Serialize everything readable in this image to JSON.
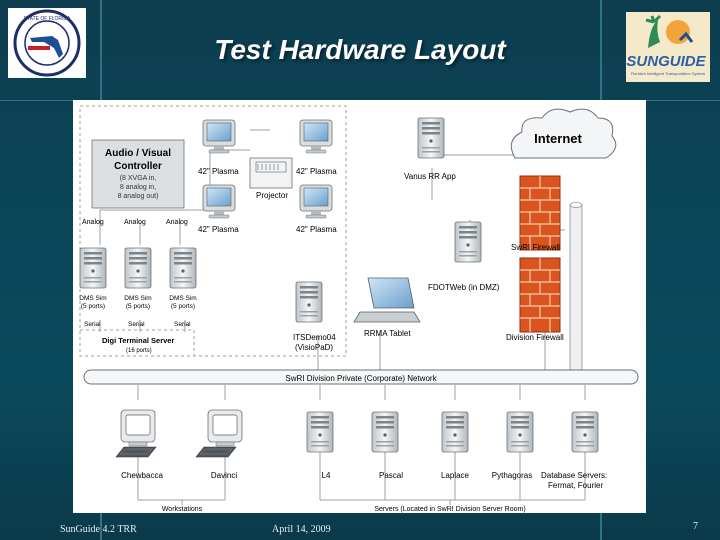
{
  "slide": {
    "title": "Test Hardware Layout"
  },
  "logos": {
    "left_seal_text": "STATE OF FLORIDA DEPARTMENT OF TRANSPORTATION",
    "right_logo_text": "SUNGUIDE",
    "right_logo_subtext": "Florida's Intelligent Transportation System"
  },
  "diagram": {
    "av_controller": {
      "title_line1": "Audio / Visual",
      "title_line2": "Controller",
      "sub1": "(8 XVGA in,",
      "sub2": "8 analog in,",
      "sub3": "8 analog out)"
    },
    "plasma_labels": [
      "42\" Plasma",
      "42\" Plasma",
      "42\" Plasma",
      "42\" Plasma"
    ],
    "projector": "Projector",
    "analog_labels": [
      "Analog",
      "Analog",
      "Analog"
    ],
    "dms_sims": [
      {
        "line1": "DMS Sim",
        "line2": "(5 ports)"
      },
      {
        "line1": "DMS Sim",
        "line2": "(5 ports)"
      },
      {
        "line1": "DMS Sim",
        "line2": "(5 ports)"
      }
    ],
    "serial_labels": [
      "Serial",
      "Serial",
      "Serial"
    ],
    "digi": {
      "line1": "Digi Terminal Server",
      "line2": "(16 ports)"
    },
    "internet": "Internet",
    "vanus": "Vanus RR App",
    "swri_firewall": "SwRI Firewall",
    "fdotweb": "FDOTWeb (in DMZ)",
    "itsdemo": {
      "line1": "ITSDemo04",
      "line2": "(VisioPaD)"
    },
    "rrma_tablet": "RRMA Tablet",
    "division_firewall": "Division Firewall",
    "network": "SwRI Division Private (Corporate) Network",
    "workstations": [
      "Chewbacca",
      "Davinci"
    ],
    "servers": [
      "L4",
      "Pascal",
      "Laplace",
      "Pythagoras"
    ],
    "database_servers": {
      "line1": "Database Servers:",
      "line2": "Fermat, Fourier"
    },
    "workstations_caption": "Workstations",
    "servers_caption": "Servers (Located in SwRI Division Server Room)"
  },
  "footer": {
    "left": "SunGuide 4.2 TRR",
    "center": "April 14, 2009",
    "page": "7"
  },
  "colors": {
    "background": "#0b4a5c",
    "firewall": "#d9541e",
    "slide": "#ffffff"
  }
}
